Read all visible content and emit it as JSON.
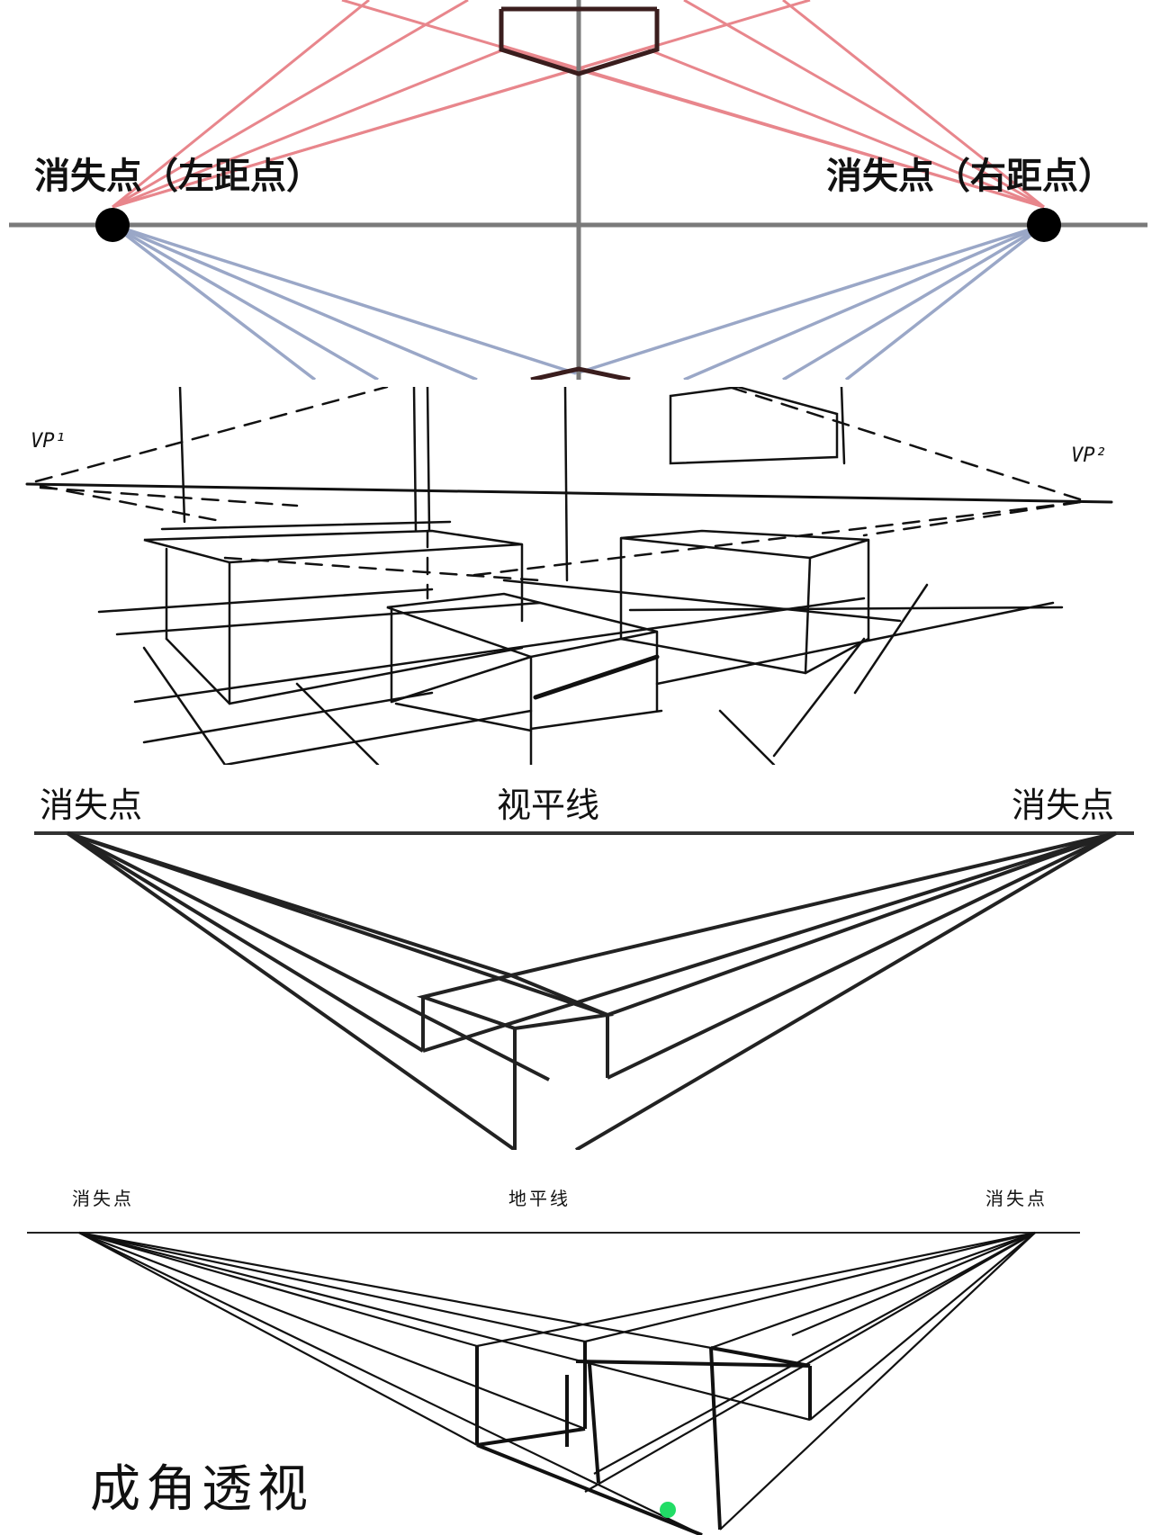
{
  "panel1": {
    "left_label": "消失点（左距点）",
    "right_label": "消失点（右距点）",
    "colors": {
      "upper_lines": "#e8868c",
      "lower_lines": "#9aa7c7",
      "horizon": "#7a7a7a",
      "box": "#3a1d1d"
    }
  },
  "panel2": {
    "left_vp": "VP¹",
    "right_vp": "VP²"
  },
  "panel3": {
    "left_label": "消失点",
    "center_label": "视平线",
    "right_label": "消失点"
  },
  "panel4": {
    "left_label": "消失点",
    "center_label": "地平线",
    "right_label": "消失点",
    "caption": "成角透视",
    "colors": {
      "marker": "#22dd66"
    }
  }
}
